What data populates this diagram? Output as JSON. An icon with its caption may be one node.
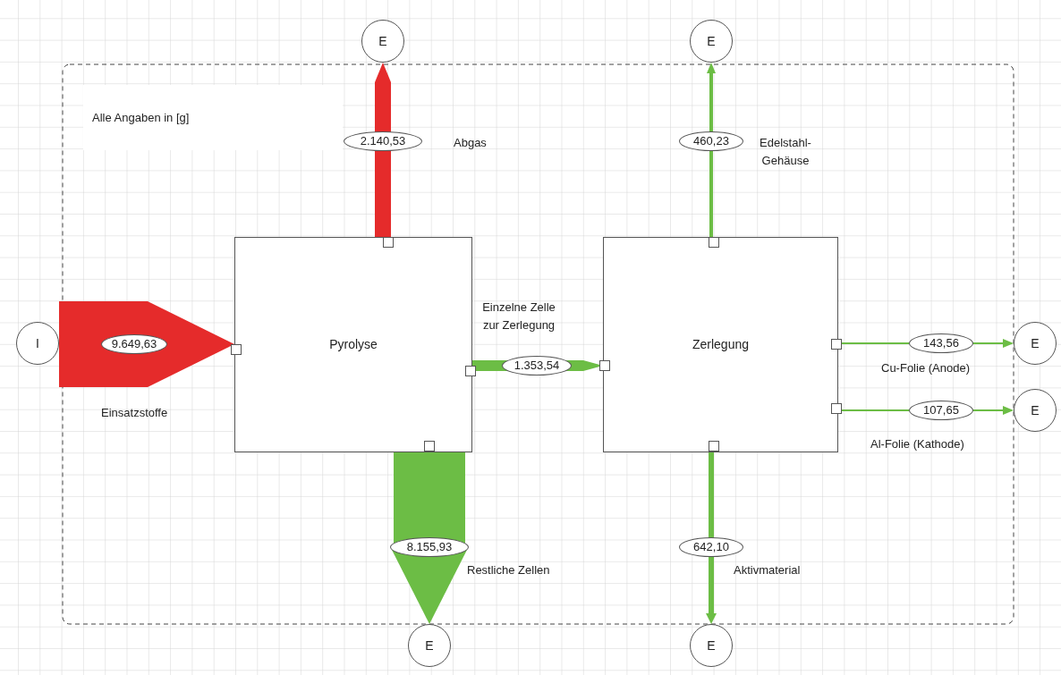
{
  "diagram": {
    "nodes": [
      {
        "text": [
          "E"
        ]
      },
      {
        "text": [
          "E"
        ]
      },
      {
        "text": [
          "I"
        ]
      },
      {
        "text": [
          "Pyrolyse"
        ]
      },
      {
        "text": [
          "Zerlegung"
        ]
      },
      {
        "text": [
          "E"
        ]
      },
      {
        "text": [
          "E"
        ]
      },
      {
        "text": [
          "E"
        ]
      },
      {
        "text": [
          "E"
        ]
      }
    ],
    "edges": [
      {
        "from": 2,
        "to": 3,
        "arrow": "to",
        "label": "9.649,63",
        "style": "thick",
        "color": "#e52b2b"
      },
      {
        "from": 3,
        "to": 0,
        "arrow": "to",
        "label": "2.140,53",
        "style": "thick",
        "color": "#e52b2b"
      },
      {
        "from": 3,
        "to": 7,
        "arrow": "to",
        "label": "8.155,93",
        "style": "thick"
      },
      {
        "from": 3,
        "to": 4,
        "arrow": "to",
        "label": "1.353,54",
        "style": "thick"
      },
      {
        "from": 4,
        "to": 1,
        "arrow": "to",
        "label": "460,23"
      },
      {
        "from": 4,
        "to": 5,
        "arrow": "to",
        "label": "143,56"
      },
      {
        "from": 4,
        "to": 6,
        "arrow": "to",
        "label": "107,65"
      },
      {
        "from": 4,
        "to": 8,
        "arrow": "to",
        "label": "642,10"
      }
    ],
    "labels": [
      "Alle Angaben in [g]",
      "Abgas",
      "Edelstahl- Gehäuse",
      "Einzelne Zelle zur Zerlegung",
      "Einsatzstoffe",
      "Cu-Folie (Anode)",
      "Al-Folie (Kathode)",
      "Restliche Zellen",
      "Aktivmaterial"
    ]
  }
}
